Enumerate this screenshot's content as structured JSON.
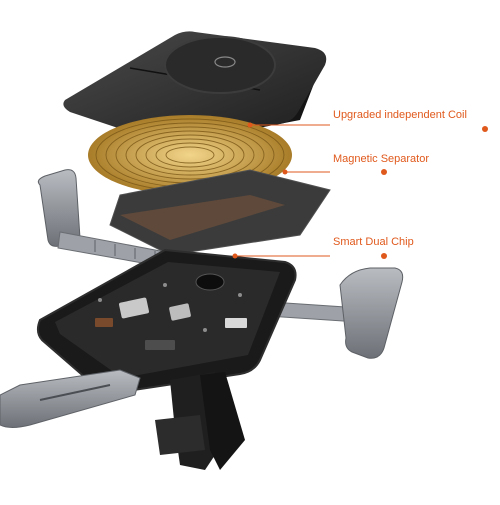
{
  "callouts": [
    {
      "label": "Upgraded independent Coil"
    },
    {
      "label": "Magnetic Separator"
    },
    {
      "label": "Smart Dual Chip"
    }
  ],
  "colors": {
    "accent": "#e0591c",
    "charger_pad": "#2b2b2b",
    "coil": "#c8a24a",
    "separator": "#3a3a3a",
    "pcb": "#1c1c1c",
    "frame": "#8b8f95"
  }
}
